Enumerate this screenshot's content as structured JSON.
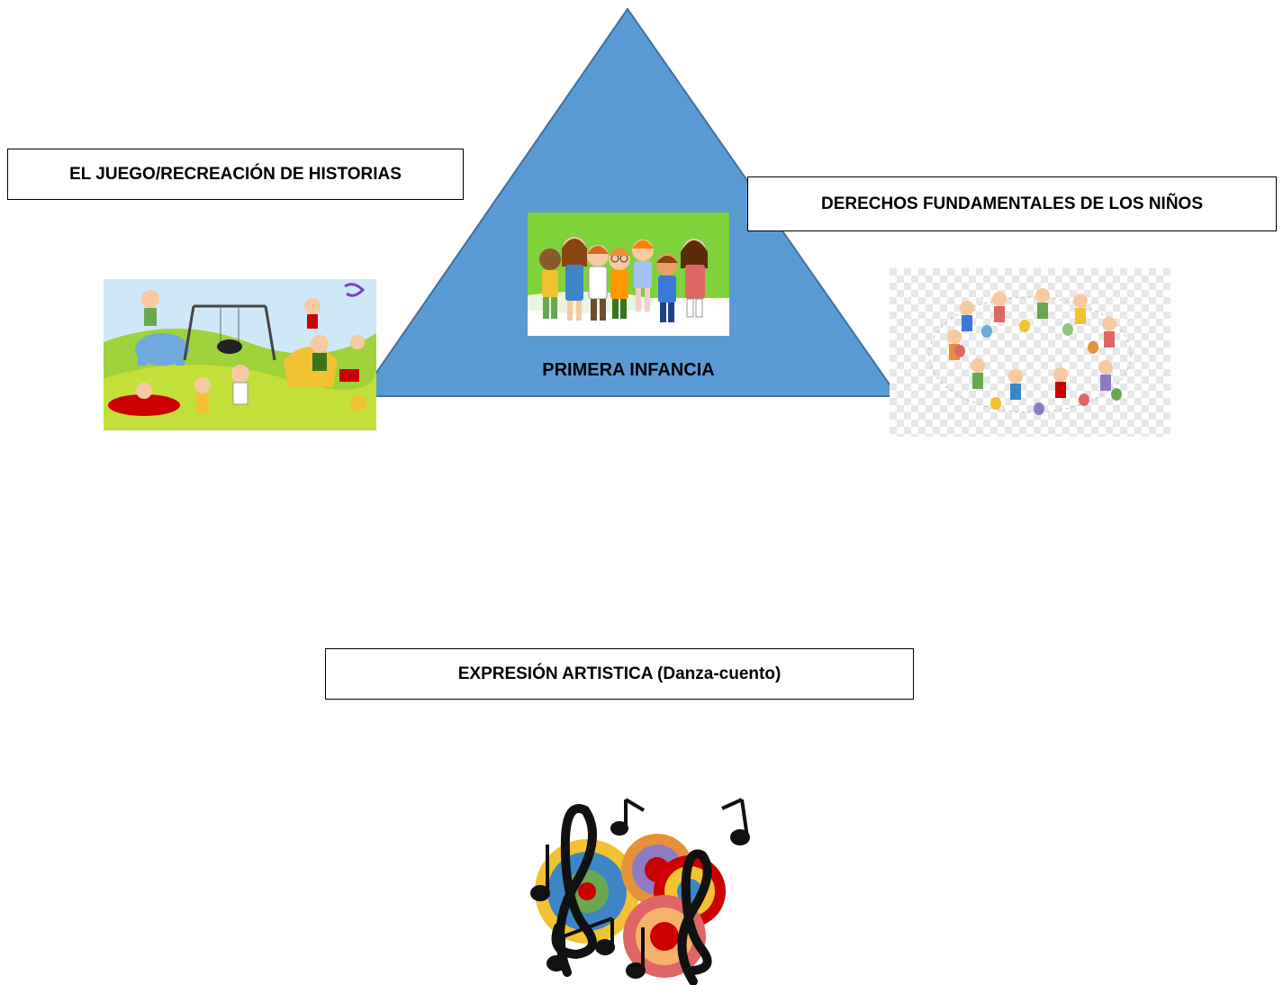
{
  "diagram": {
    "center": {
      "title": "PRIMERA INFANCIA"
    },
    "labels": {
      "left": "EL JUEGO/RECREACIÓN DE HISTORIAS",
      "right": "DERECHOS FUNDAMENTALES DE LOS NIÑOS",
      "bottom": "EXPRESIÓN ARTISTICA (Danza-cuento)"
    },
    "colors": {
      "triangle_fill": "#5b9bd5",
      "triangle_stroke": "#41719c",
      "box_border": "#000000"
    },
    "illustrations": [
      "children-group-illustration",
      "playground-illustration",
      "children-circle-illustration",
      "music-notes-illustration"
    ]
  }
}
